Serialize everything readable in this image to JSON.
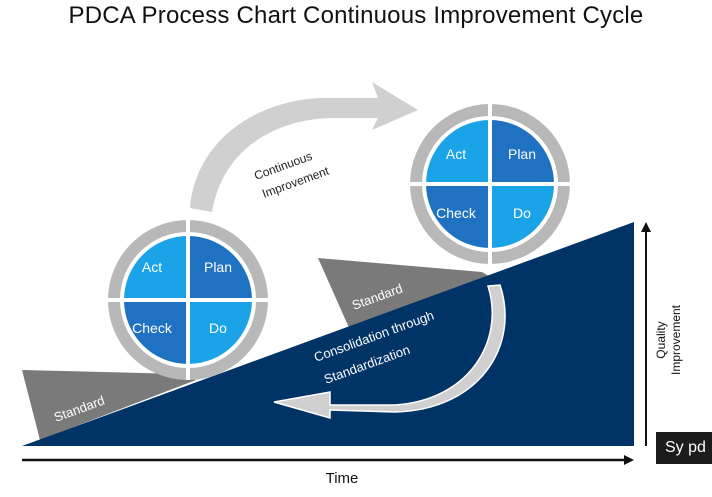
{
  "title": "PDCA Process Chart Continuous Improvement Cycle",
  "cycles": [
    {
      "act": "Act",
      "plan": "Plan",
      "check": "Check",
      "do": "Do"
    },
    {
      "act": "Act",
      "plan": "Plan",
      "check": "Check",
      "do": "Do"
    }
  ],
  "continuous_improvement": {
    "line1": "Continuous",
    "line2": "Improvement"
  },
  "consolidation": {
    "line1": "Consolidation through",
    "line2": "Standardization"
  },
  "standard_label": "Standard",
  "axis": {
    "x_label": "Time",
    "y_label_line1": "Quality",
    "y_label_line2": "Improvement"
  },
  "badge": "Sy pd",
  "colors": {
    "ramp": "#003366",
    "light_blue": "#1aa3e6",
    "mid_blue": "#1f71c2",
    "grey_wedge": "#7a7a7a",
    "ring_grey": "#b8b8b8",
    "arrow_grey": "#d0d0d0"
  }
}
